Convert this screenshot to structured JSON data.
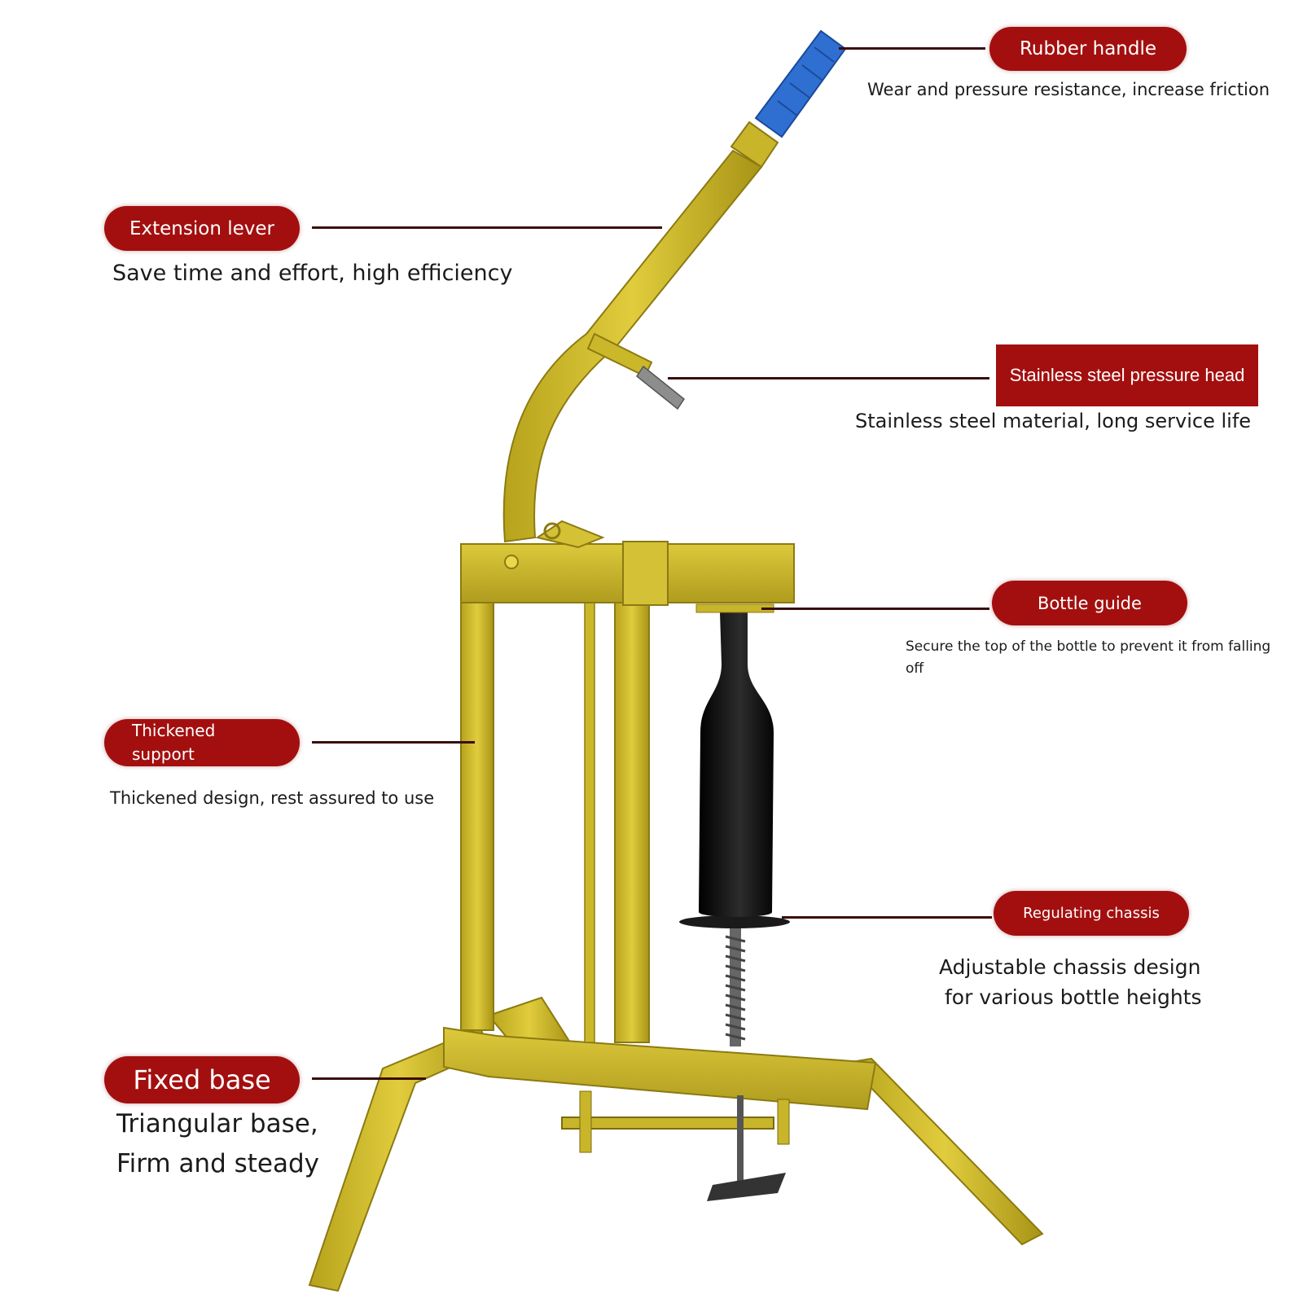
{
  "colors": {
    "badge": "#a30f0f",
    "frame": "#cbb82a",
    "handle": "#2f6fd1",
    "bottle": "#151515",
    "leader": "#3a0d0d"
  },
  "callouts": {
    "rubber_handle": {
      "label": "Rubber handle",
      "desc": "Wear and pressure resistance, increase friction"
    },
    "extension_lever": {
      "label": "Extension lever",
      "desc": "Save time and effort, high efficiency"
    },
    "pressure_head": {
      "label": "Stainless steel pressure head",
      "desc": "Stainless steel material, long service life"
    },
    "bottle_guide": {
      "label": "Bottle guide",
      "desc": "Secure the top of the bottle to prevent it from falling off"
    },
    "thickened_support": {
      "label": "Thickened support",
      "desc": "Thickened design, rest assured to use"
    },
    "regulating_chassis": {
      "label": "Regulating chassis",
      "desc_line1": "Adjustable chassis design",
      "desc_line2": "for various bottle heights"
    },
    "fixed_base": {
      "label": "Fixed base",
      "desc_line1": "Triangular base,",
      "desc_line2": "Firm and steady"
    }
  }
}
